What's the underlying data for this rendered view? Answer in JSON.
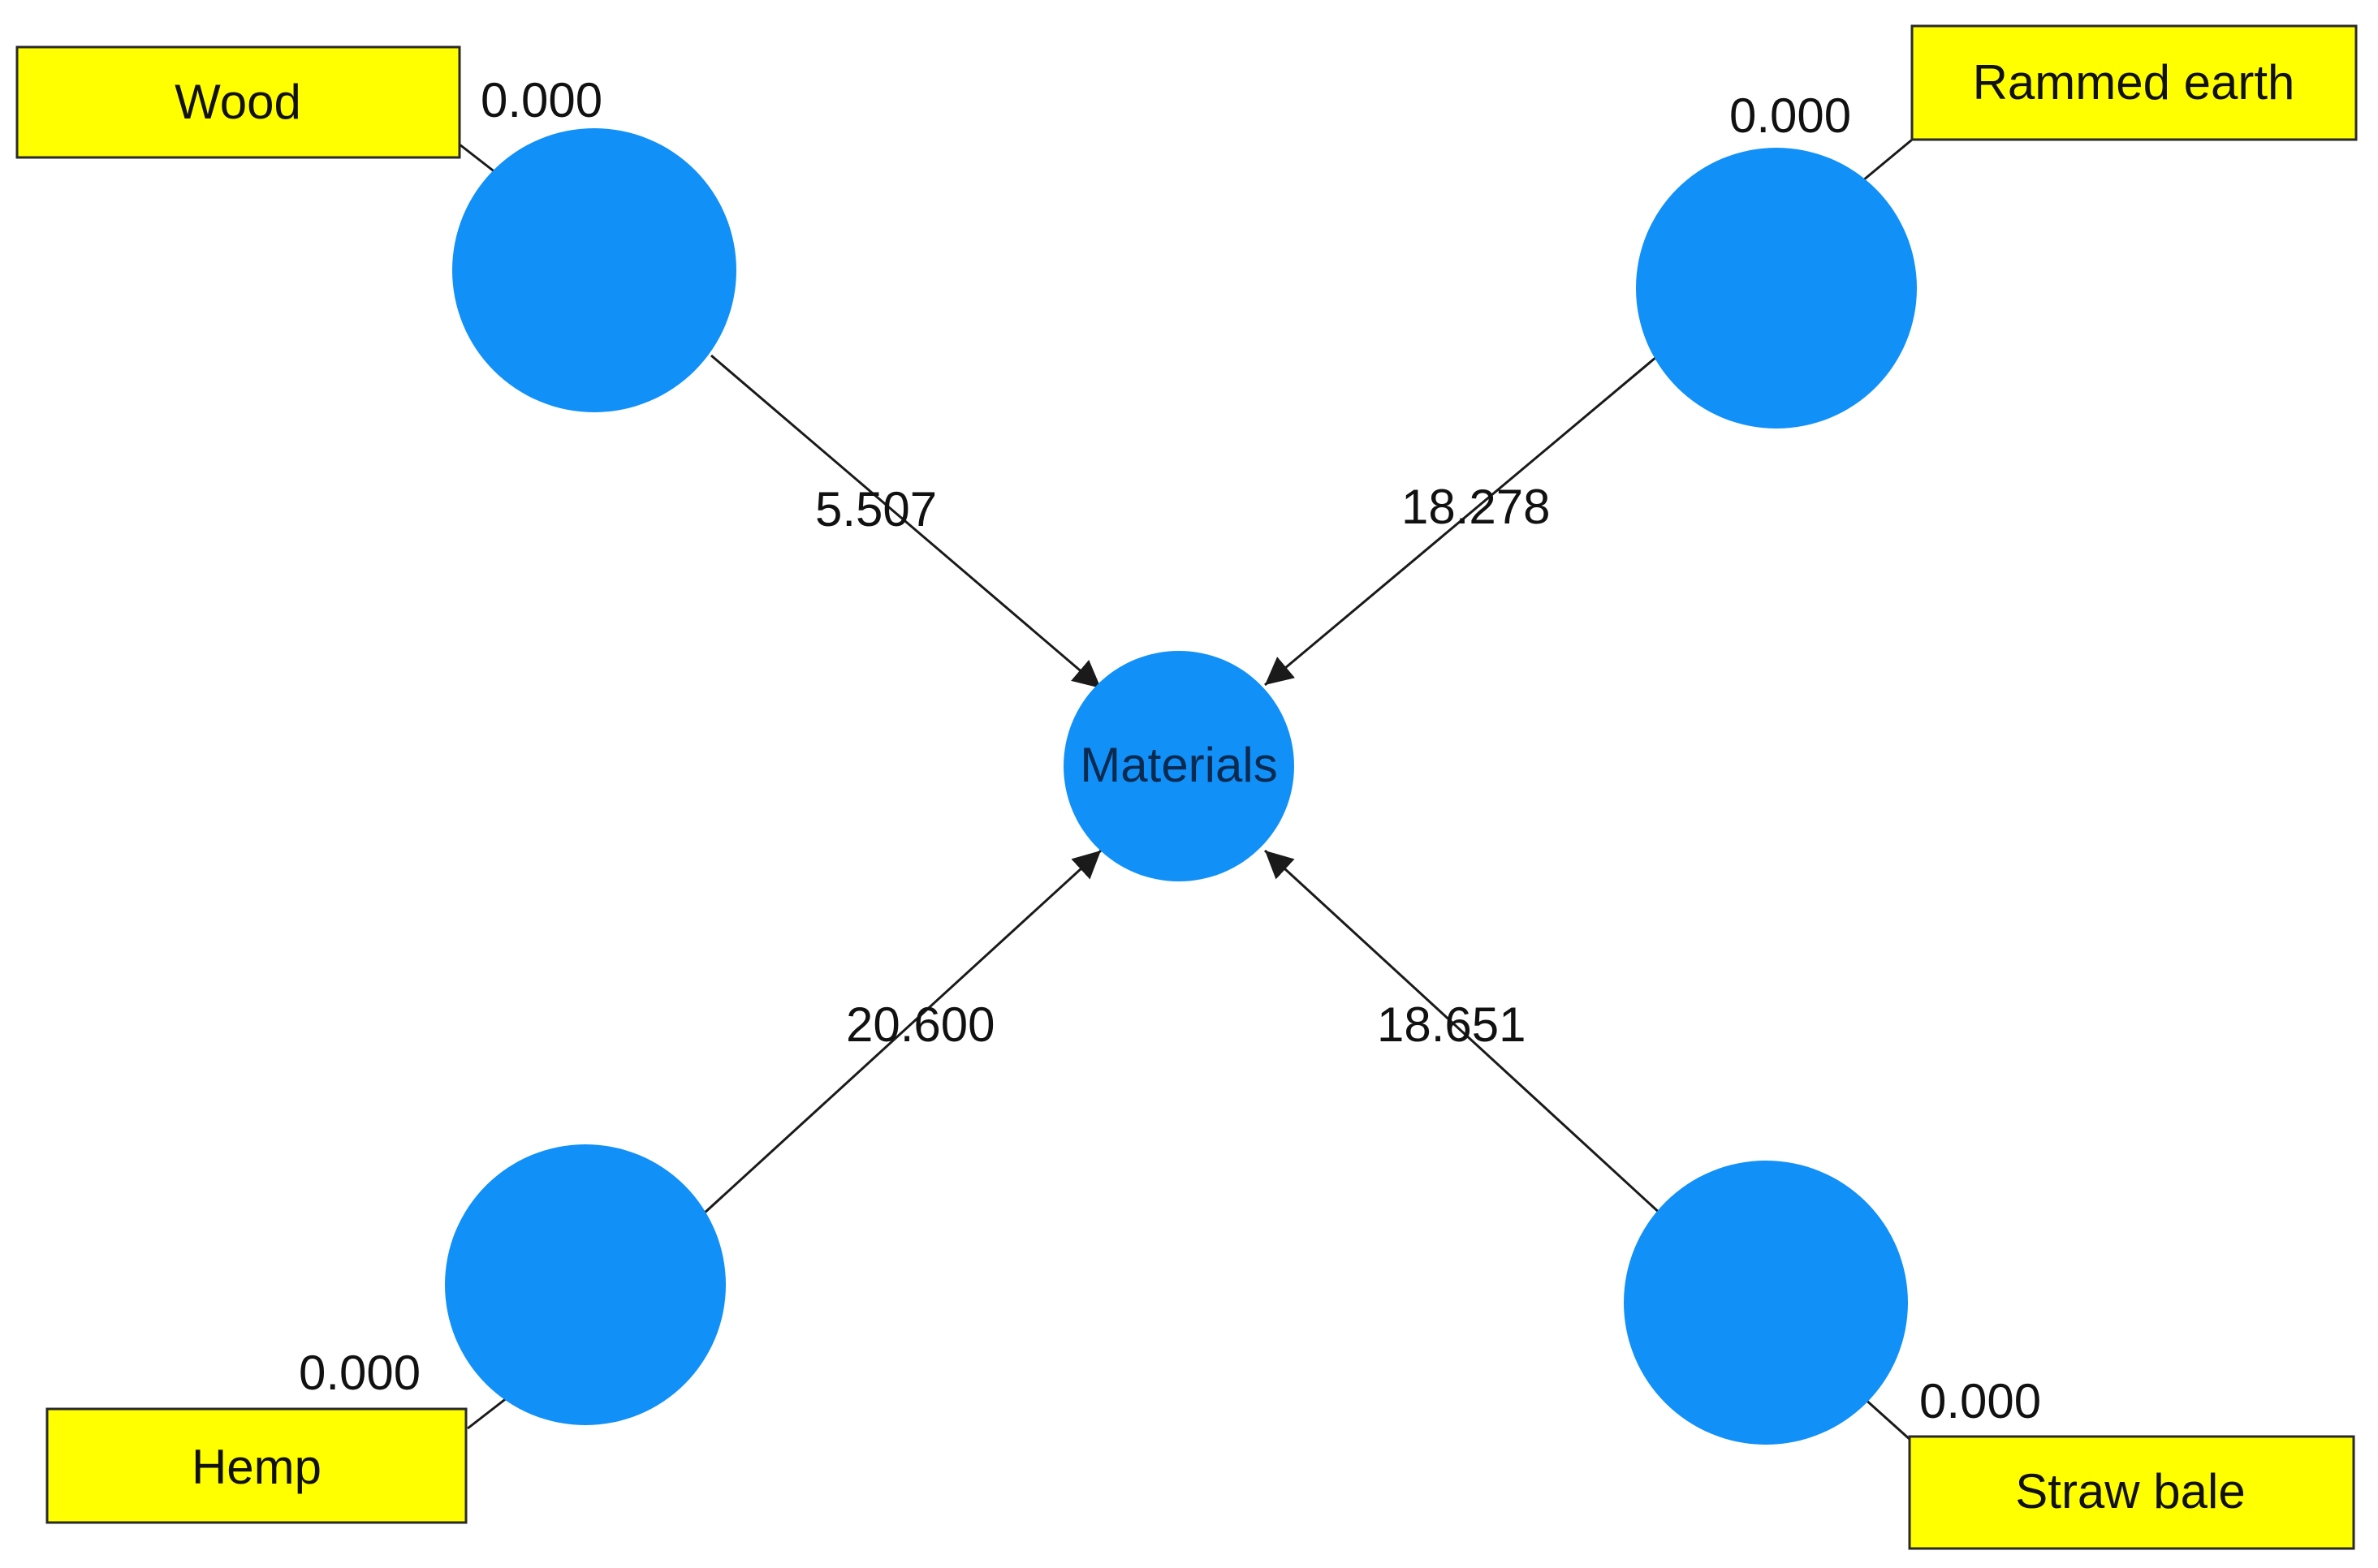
{
  "colors": {
    "node": "#1190f8",
    "indicator": "#ffff00",
    "line": "#1a1a1a"
  },
  "center": {
    "label": "Materials"
  },
  "constructs": {
    "wood": {
      "indicator_label": "Wood",
      "loading": "0.000",
      "path_coefficient": "5.507"
    },
    "rammed_earth": {
      "indicator_label": "Rammed earth",
      "loading": "0.000",
      "path_coefficient": "18.278"
    },
    "hemp": {
      "indicator_label": "Hemp",
      "loading": "0.000",
      "path_coefficient": "20.600"
    },
    "straw_bale": {
      "indicator_label": "Straw bale",
      "loading": "0.000",
      "path_coefficient": "18.651"
    }
  }
}
